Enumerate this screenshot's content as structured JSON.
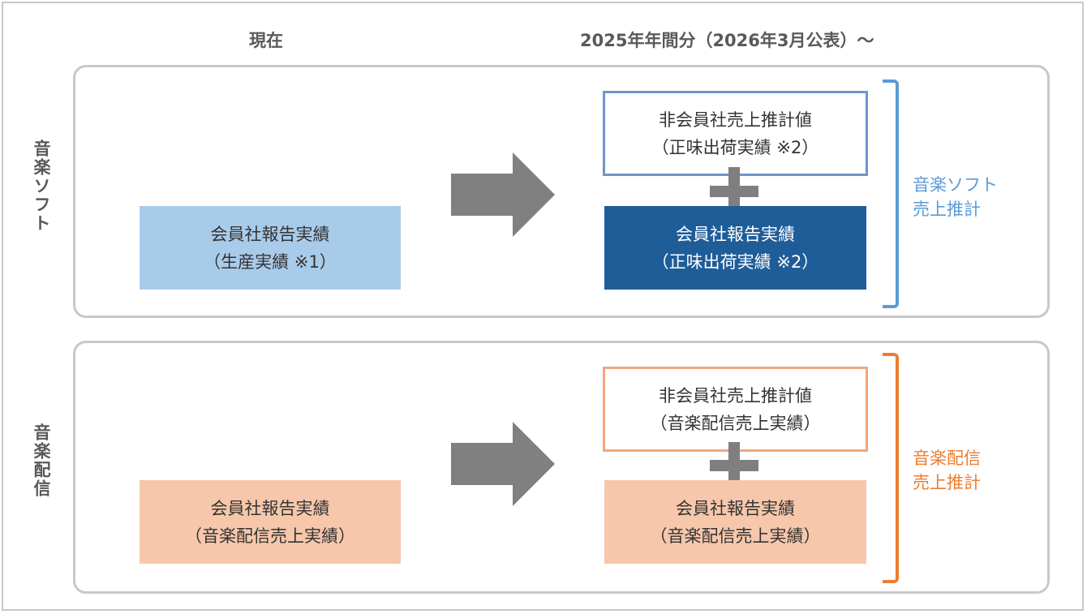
{
  "headers": {
    "current": "現在",
    "future": "2025年年間分（2026年3月公表）～"
  },
  "rows": {
    "soft": {
      "label": "音楽ソフト",
      "current_box": {
        "line1": "会員社報告実績",
        "line2": "（生産実績 ※1）"
      },
      "nonmember_box": {
        "line1": "非会員社売上推計値",
        "line2": "（正味出荷実績 ※2）"
      },
      "member_box": {
        "line1": "会員社報告実績",
        "line2": "（正味出荷実績 ※2）"
      },
      "total_label": {
        "line1": "音楽ソフト",
        "line2": "売上推計"
      }
    },
    "streaming": {
      "label": "音楽配信",
      "current_box": {
        "line1": "会員社報告実績",
        "line2": "（音楽配信売上実績）"
      },
      "nonmember_box": {
        "line1": "非会員社売上推計値",
        "line2": "（音楽配信売上実績）"
      },
      "member_box": {
        "line1": "会員社報告実績",
        "line2": "（音楽配信売上実績）"
      },
      "total_label": {
        "line1": "音楽配信",
        "line2": "売上推計"
      }
    }
  },
  "colors": {
    "soft_light": "#a9cbea",
    "soft_dark": "#1f5d99",
    "soft_border": "#6e95cc",
    "soft_accent": "#5b9bd5",
    "stream_light": "#f6c7ab",
    "stream_border": "#f1a67c",
    "stream_accent": "#ed7d31",
    "arrow": "#808080",
    "panel_border": "#c8c8c8"
  }
}
